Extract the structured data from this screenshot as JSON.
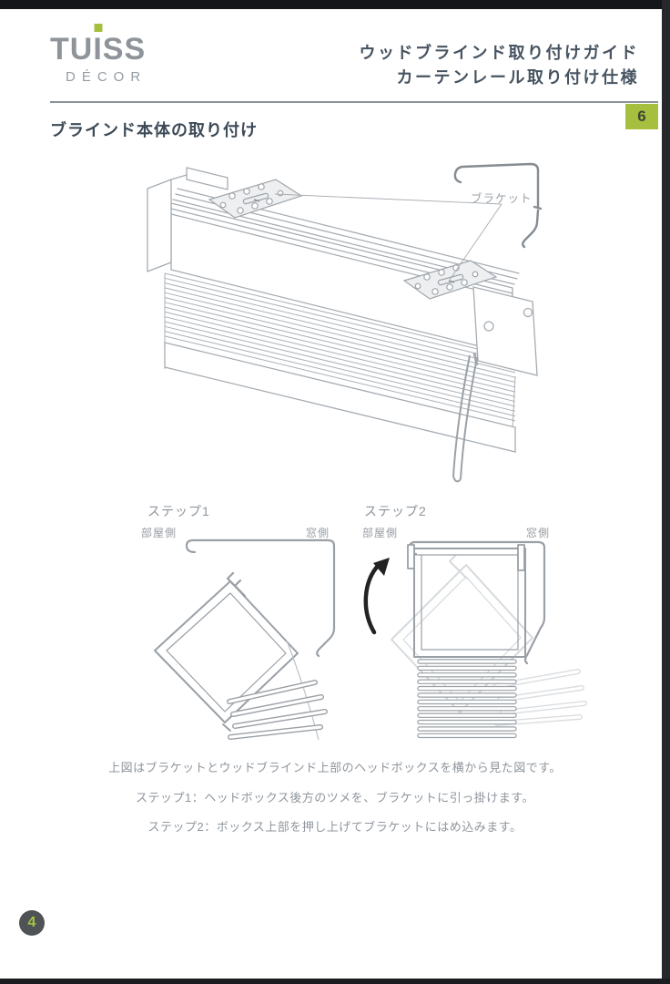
{
  "header": {
    "logo": {
      "part1": "TU",
      "part2": "I",
      "part3": "SS",
      "subtitle": "DÉCOR"
    },
    "title_line1": "ウッドブラインド取り付けガイド",
    "title_line2": "カーテンレール取り付け仕様",
    "section_number": "6"
  },
  "page": {
    "heading": "ブラインド本体の取り付け",
    "page_number": "4"
  },
  "main_diagram": {
    "bracket_label": "ブラケット"
  },
  "steps": {
    "step1": {
      "title": "ステップ1",
      "room_side": "部屋側",
      "window_side": "窓側"
    },
    "step2": {
      "title": "ステップ2",
      "room_side": "部屋側",
      "window_side": "窓側"
    }
  },
  "captions": {
    "line1": "上図はブラケットとウッドブラインド上部のヘッドボックスを横から見た図です。",
    "line2": "ステップ1：ヘッドボックス後方のツメを、ブラケットに引っ掛けます。",
    "line3": "ステップ2：ボックス上部を押し上げてブラケットにはめ込みます。"
  },
  "colors": {
    "accent_green": "#a6bf3e",
    "heading_text": "#3d4a57",
    "body_text": "#8f969d",
    "line_art": "#a6acb2"
  }
}
